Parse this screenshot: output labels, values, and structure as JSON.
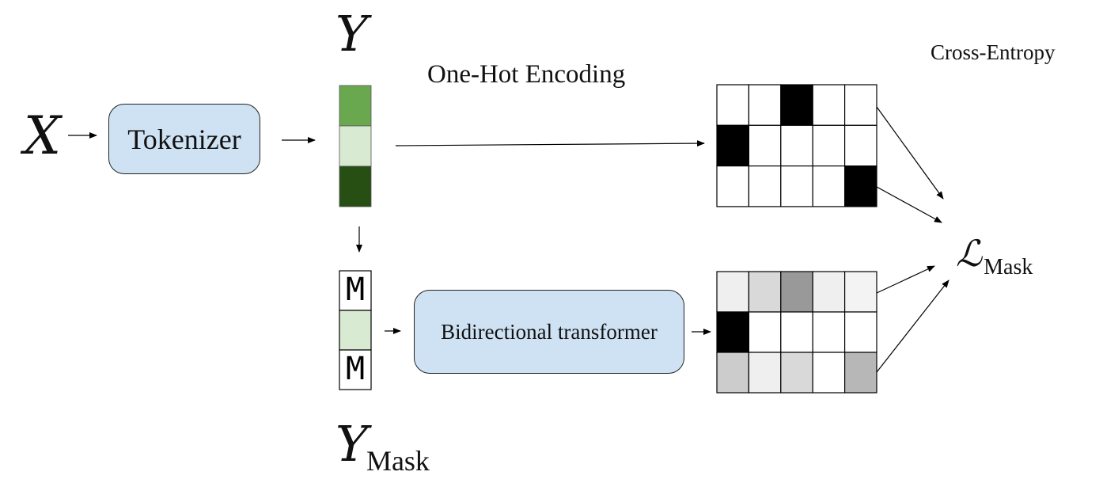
{
  "labels": {
    "input": "X",
    "tokens": "Y",
    "masked_tokens_base": "Y",
    "masked_tokens_sub": "Mask",
    "one_hot": "One-Hot Encoding",
    "cross_entropy": "Cross-Entropy",
    "loss_base": "ℒ",
    "loss_sub": "Mask",
    "mask_token": "M"
  },
  "boxes": {
    "tokenizer": "Tokenizer",
    "transformer": "Bidirectional transformer"
  },
  "colors": {
    "box_fill": "#cfe2f3",
    "token_mid_green": "#6aa84f",
    "token_light_green": "#d9ead3",
    "token_dark_green": "#274e13"
  },
  "token_column": [
    "#6aa84f",
    "#d9ead3",
    "#274e13"
  ],
  "masked_column": [
    "mask",
    "#d9ead3",
    "mask"
  ],
  "one_hot_grid": [
    [
      "#ffffff",
      "#ffffff",
      "#000000",
      "#ffffff",
      "#ffffff"
    ],
    [
      "#000000",
      "#ffffff",
      "#ffffff",
      "#ffffff",
      "#ffffff"
    ],
    [
      "#ffffff",
      "#ffffff",
      "#ffffff",
      "#ffffff",
      "#000000"
    ]
  ],
  "prediction_grid": [
    [
      "#efefef",
      "#d9d9d9",
      "#999999",
      "#efefef",
      "#f3f3f3"
    ],
    [
      "#000000",
      "#ffffff",
      "#ffffff",
      "#ffffff",
      "#ffffff"
    ],
    [
      "#cccccc",
      "#efefef",
      "#d9d9d9",
      "#ffffff",
      "#b7b7b7"
    ]
  ]
}
